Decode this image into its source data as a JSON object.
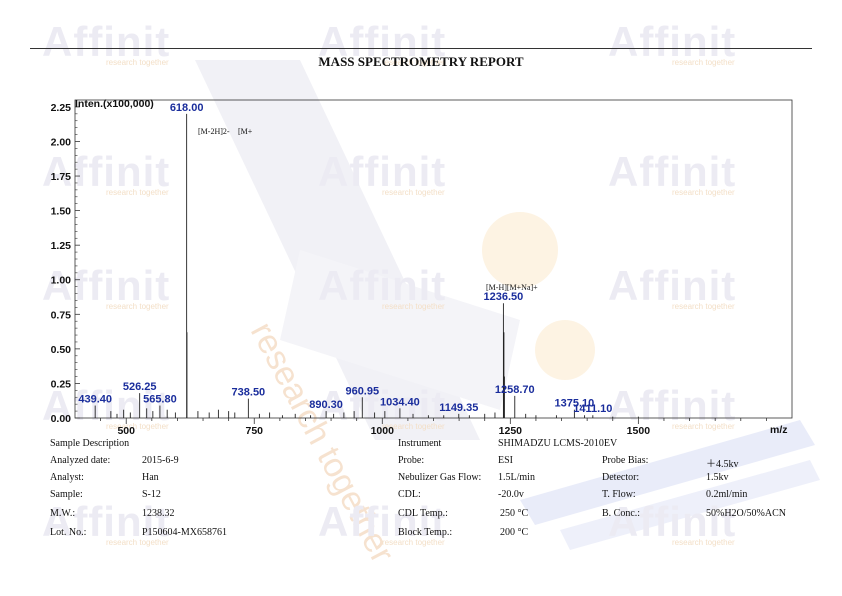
{
  "watermark": {
    "brand": "Affinit",
    "tagline": "research together",
    "diagonal": "research together"
  },
  "report": {
    "title": "MASS SPECTROMETRY REPORT"
  },
  "chart_data": {
    "type": "bar",
    "title": "",
    "xlabel": "m/z",
    "ylabel": "Inten.(x100,000)",
    "xlim": [
      400,
      1800
    ],
    "ylim": [
      0,
      2.3
    ],
    "xticks": [
      500,
      750,
      1000,
      1250,
      1500
    ],
    "yticks": [
      "0.00",
      "0.25",
      "0.50",
      "0.75",
      "1.00",
      "1.25",
      "1.50",
      "1.75",
      "2.00",
      "2.25"
    ],
    "peaks": [
      {
        "x": 618.0,
        "y": 2.2,
        "label": "618.00"
      },
      {
        "x": 618.6,
        "y": 0.62
      },
      {
        "x": 1236.5,
        "y": 0.83,
        "label": "1236.50"
      },
      {
        "x": 1237.5,
        "y": 0.62
      },
      {
        "x": 1238.5,
        "y": 0.3
      },
      {
        "x": 1258.7,
        "y": 0.16,
        "label": "1258.70"
      },
      {
        "x": 526.25,
        "y": 0.18,
        "label": "526.25"
      },
      {
        "x": 565.8,
        "y": 0.09,
        "label": "565.80"
      },
      {
        "x": 439.4,
        "y": 0.09,
        "label": "439.40"
      },
      {
        "x": 738.5,
        "y": 0.14,
        "label": "738.50"
      },
      {
        "x": 960.95,
        "y": 0.15,
        "label": "960.95"
      },
      {
        "x": 1034.4,
        "y": 0.07,
        "label": "1034.40"
      },
      {
        "x": 890.3,
        "y": 0.05,
        "label": "890.30"
      },
      {
        "x": 1149.35,
        "y": 0.03,
        "label": "1149.35"
      },
      {
        "x": 1375.1,
        "y": 0.06,
        "label": "1375.10"
      },
      {
        "x": 1411.1,
        "y": 0.02,
        "label": "1411.10"
      },
      {
        "x": 470,
        "y": 0.05
      },
      {
        "x": 482,
        "y": 0.03
      },
      {
        "x": 495,
        "y": 0.06
      },
      {
        "x": 508,
        "y": 0.04
      },
      {
        "x": 540,
        "y": 0.07
      },
      {
        "x": 552,
        "y": 0.05
      },
      {
        "x": 580,
        "y": 0.06
      },
      {
        "x": 596,
        "y": 0.04
      },
      {
        "x": 640,
        "y": 0.05
      },
      {
        "x": 662,
        "y": 0.04
      },
      {
        "x": 680,
        "y": 0.06
      },
      {
        "x": 700,
        "y": 0.05
      },
      {
        "x": 712,
        "y": 0.04
      },
      {
        "x": 760,
        "y": 0.03
      },
      {
        "x": 780,
        "y": 0.04
      },
      {
        "x": 805,
        "y": 0.02
      },
      {
        "x": 830,
        "y": 0.03
      },
      {
        "x": 860,
        "y": 0.02
      },
      {
        "x": 905,
        "y": 0.03
      },
      {
        "x": 925,
        "y": 0.04
      },
      {
        "x": 945,
        "y": 0.05
      },
      {
        "x": 985,
        "y": 0.04
      },
      {
        "x": 1005,
        "y": 0.05
      },
      {
        "x": 1060,
        "y": 0.03
      },
      {
        "x": 1090,
        "y": 0.02
      },
      {
        "x": 1120,
        "y": 0.02
      },
      {
        "x": 1170,
        "y": 0.02
      },
      {
        "x": 1200,
        "y": 0.03
      },
      {
        "x": 1220,
        "y": 0.04
      },
      {
        "x": 1280,
        "y": 0.03
      },
      {
        "x": 1300,
        "y": 0.02
      },
      {
        "x": 1340,
        "y": 0.02
      },
      {
        "x": 1395,
        "y": 0.02
      },
      {
        "x": 1450,
        "y": 0.01
      },
      {
        "x": 1500,
        "y": 0.01
      }
    ],
    "annotations": [
      "[M-2H]2-",
      "[M+",
      "[M-H][M+Na]+"
    ],
    "colors": {
      "label": "#1a2d9c",
      "peak": "#222222"
    }
  },
  "info": {
    "sample_description_label": "Sample Description",
    "analyzed_date": {
      "label": "Analyzed date:",
      "value": "2015-6-9"
    },
    "analyst": {
      "label": "Analyst:",
      "value": "Han"
    },
    "sample": {
      "label": "Sample:",
      "value": "S-12"
    },
    "mw": {
      "label": "M.W.:",
      "value": "1238.32"
    },
    "lot_no": {
      "label": "Lot. No.:",
      "value": "P150604-MX658761"
    },
    "instrument": {
      "label": "Instrument",
      "value": "SHIMADZU LCMS-2010EV"
    },
    "probe": {
      "label": "Probe:",
      "value": "ESI"
    },
    "nebulizer": {
      "label": "Nebulizer Gas Flow:",
      "value": "1.5L/min"
    },
    "cdl": {
      "label": "CDL:",
      "value": "-20.0v"
    },
    "cdl_temp": {
      "label": "CDL Temp.:",
      "value": "250 °C"
    },
    "block_temp": {
      "label": "Block Temp.:",
      "value": "200 °C"
    },
    "probe_bias": {
      "label": "Probe Bias:",
      "value": "＋4.5kv"
    },
    "detector": {
      "label": "Detector:",
      "value": "1.5kv"
    },
    "t_flow": {
      "label": "T. Flow:",
      "value": "0.2ml/min"
    },
    "b_conc": {
      "label": "B. Conc.:",
      "value": "50%H2O/50%ACN"
    }
  }
}
